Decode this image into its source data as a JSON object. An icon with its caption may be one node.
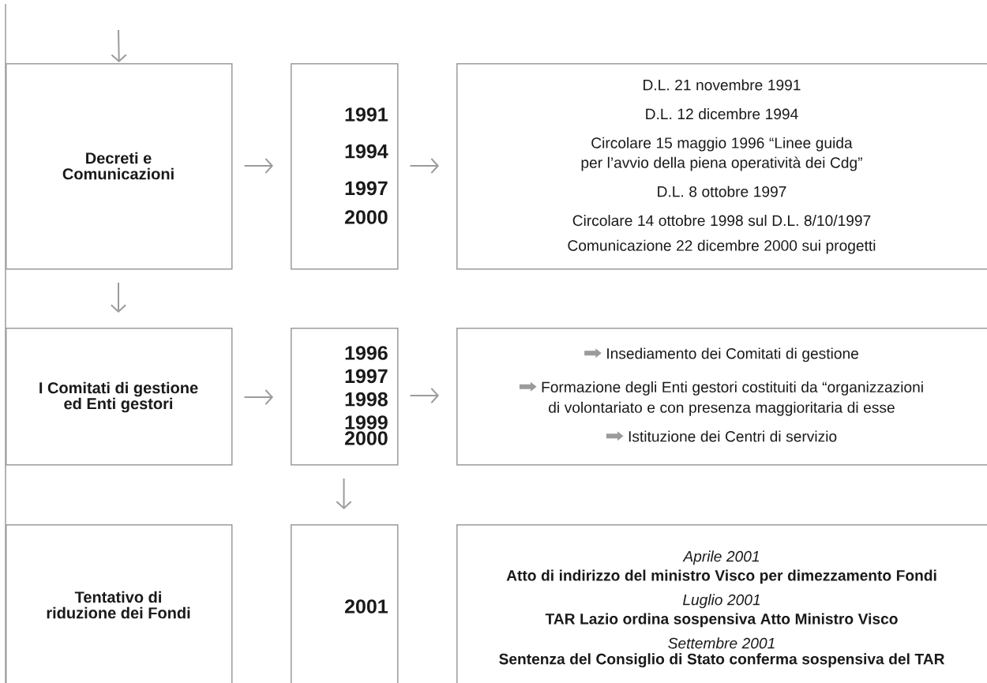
{
  "diagram": {
    "nodes": [
      {
        "text": [
          "Decreti e Comunicazioni"
        ]
      },
      {
        "text": [
          "1991",
          "1994",
          "1997",
          "2000"
        ]
      },
      {
        "text": [
          "D.L. 21 novembre 1991",
          "D.L. 12 dicembre 1994",
          "Circolare 15 maggio 1996 “Linee guida per l’avvio della piena operatività dei Cdg”",
          "D.L. 8 ottobre 1997",
          "Circolare 14 ottobre 1998 sul D.L. 8/10/1997",
          "Comunicazione 22 dicembre 2000 sui progetti"
        ]
      },
      {
        "text": [
          "I Comitati di gestione ed Enti gestori"
        ]
      },
      {
        "text": [
          "1996",
          "1997",
          "1998",
          "1999",
          "2000"
        ]
      },
      {
        "text": [
          "Insediamento dei Comitati di gestione",
          "Formazione degli Enti gestori costituiti da “organizzazioni di volontariato e con presenza maggioritaria di esse",
          "Istituzione dei Centri di servizio"
        ]
      },
      {
        "text": [
          "Tentativo di riduzione dei Fondi"
        ]
      },
      {
        "text": [
          "2001"
        ]
      },
      {
        "text": [
          "Aprile 2001",
          "Atto di indirizzo del ministro Visco per dimezzamento Fondi",
          "Luglio 2001",
          "TAR Lazio ordina sospensiva Atto Ministro Visco",
          "Settembre 2001",
          "Sentenza del Consiglio di Stato conferma sospensiva del TAR"
        ]
      }
    ],
    "edges": [
      {
        "from": null,
        "to": 0,
        "arrow": "to"
      },
      {
        "from": 0,
        "to": 1,
        "arrow": "to"
      },
      {
        "from": 1,
        "to": 2,
        "arrow": "to"
      },
      {
        "from": 0,
        "to": 3,
        "arrow": "to"
      },
      {
        "from": 3,
        "to": 4,
        "arrow": "to"
      },
      {
        "from": 4,
        "to": 5,
        "arrow": "to"
      },
      {
        "from": 4,
        "to": 7,
        "arrow": "to"
      }
    ]
  }
}
